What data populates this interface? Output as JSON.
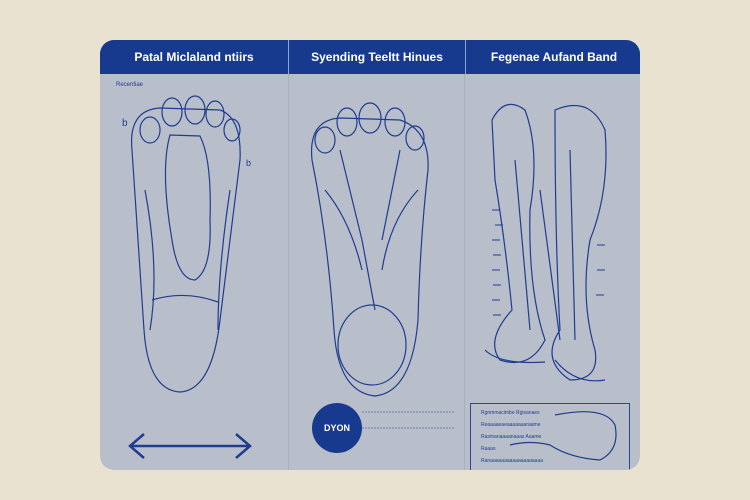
{
  "header": {
    "columns": [
      "Patal Miclaland ntiirs",
      "Syending Teeltt Hinues",
      "Fegenae Aufand Band"
    ]
  },
  "left": {
    "corner_label": "Recentiae",
    "marker_a": "b",
    "marker_b": "b"
  },
  "middle": {
    "badge": "DYON"
  },
  "legend": {
    "lines": [
      "Rgnmmacimbe  Rgisanaes",
      "Reaaaaeaeaaaaaaaraame",
      "Rasmanaaaanaaas Aaame",
      "Raaas",
      "Ranaaaaaaaaaaaaaaaaaaa"
    ]
  },
  "colors": {
    "accent": "#173a8e",
    "panel": "#b8bfcb",
    "background": "#e9e2d1"
  }
}
